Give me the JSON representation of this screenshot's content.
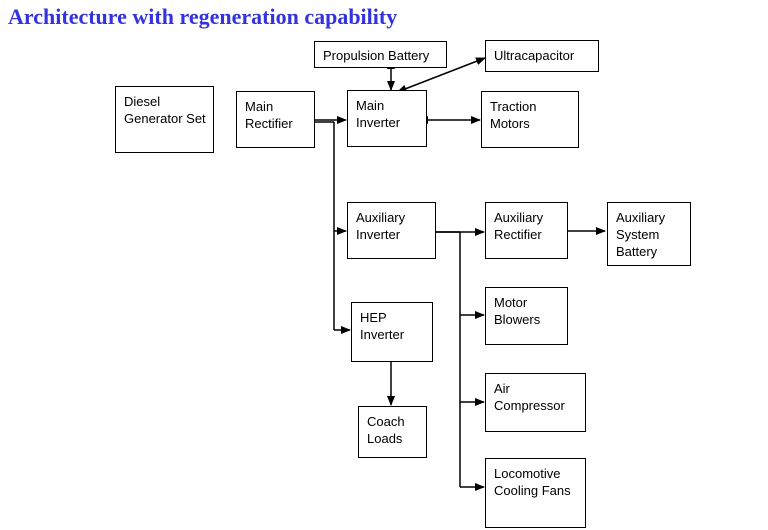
{
  "title": "Architecture with regeneration capability",
  "blocks": {
    "diesel": [
      "Diesel",
      "Generator Set"
    ],
    "rectifier": [
      "Main",
      "Rectifier"
    ],
    "battery": [
      "Propulsion Battery"
    ],
    "ultracap": [
      "Ultracapacitor"
    ],
    "inverter": [
      "Main",
      "Inverter"
    ],
    "traction": [
      "Traction",
      "Motors"
    ],
    "aux_inverter": [
      "Auxiliary",
      "Inverter"
    ],
    "aux_rectifier": [
      "Auxiliary",
      "Rectifier"
    ],
    "aux_battery": [
      "Auxiliary",
      "System",
      "Battery"
    ],
    "hep": [
      "HEP",
      "Inverter"
    ],
    "coach": [
      "Coach",
      "Loads"
    ],
    "blowers": [
      "Motor",
      "Blowers"
    ],
    "compressor": [
      "Air",
      "Compressor"
    ],
    "fans": [
      "Locomotive",
      "Cooling Fans"
    ]
  }
}
